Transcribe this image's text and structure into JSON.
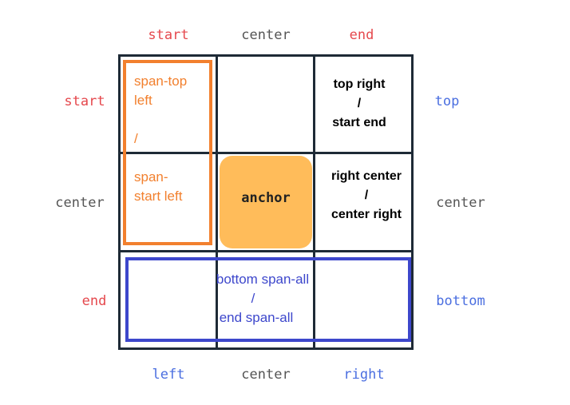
{
  "column_labels": {
    "top": {
      "start": "start",
      "center": "center",
      "end": "end"
    },
    "bottom": {
      "left": "left",
      "center": "center",
      "right": "right"
    }
  },
  "row_labels": {
    "left": {
      "start": "start",
      "center": "center",
      "end": "end"
    },
    "right": {
      "top": "top",
      "center": "center",
      "bottom": "bottom"
    }
  },
  "cells": {
    "top_right": {
      "line1": "top right",
      "line2": "/",
      "line3": "start end"
    },
    "right_center": {
      "line1": "right center",
      "line2": "/",
      "line3": "center right"
    },
    "anchor": "anchor"
  },
  "orange_area": {
    "line1": "span-top",
    "line2": "left",
    "line3": "/",
    "line4": "span-",
    "line5": "start left"
  },
  "blue_area": {
    "line1": "bottom span-all",
    "line2": "/",
    "line3": "end span-all"
  },
  "colors": {
    "red_label": "#e5484d",
    "gray_label": "#555555",
    "blue_label": "#4a6ee0",
    "orange": "#f2802e",
    "anchor_fill": "#ffbc5a",
    "blue_box": "#3d47cc",
    "grid": "#1e2a36"
  }
}
